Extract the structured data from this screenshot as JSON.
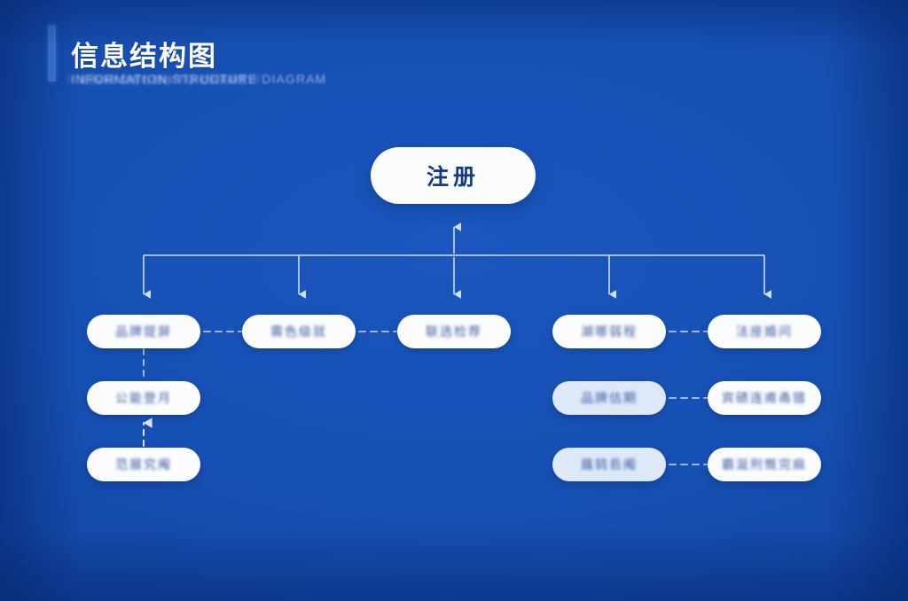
{
  "page": {
    "background_color": "#1750b4",
    "accent_color": "#3f7ede",
    "node_fill": "#fbfcfe",
    "node_fill_tinted": "#dde8f8",
    "node_text_color": "#2a4f98",
    "wire_color": "#c3d6f2"
  },
  "header": {
    "title": "信息结构图",
    "subtitle_blurred_layers": [
      "INFORMATION STRUCTURE DIAGRAM",
      "XINXI JIEGOU TU CHART",
      "HIERARCHY MAP OVERVIEW"
    ]
  },
  "diagram": {
    "type": "tree",
    "root": {
      "id": "root",
      "label": "注册",
      "legible": true,
      "fill": "#fbfcfe"
    },
    "row1": [
      {
        "id": "n1-1",
        "label": "品牌提屏",
        "legible": false,
        "fill": "#fbfcfe"
      },
      {
        "id": "n1-2",
        "label": "需色级就",
        "legible": false,
        "fill": "#fbfcfe"
      },
      {
        "id": "n1-3",
        "label": "联选检荐",
        "legible": false,
        "fill": "#fbfcfe"
      },
      {
        "id": "n1-4",
        "label": "湖哪弱程",
        "legible": false,
        "fill": "#fbfcfe"
      },
      {
        "id": "n1-5",
        "label": "法座婚问",
        "legible": false,
        "fill": "#fbfcfe"
      }
    ],
    "row2": [
      {
        "id": "n2-1",
        "label": "公能登月",
        "legible": false,
        "fill": "#fbfcfe",
        "column": 1
      },
      {
        "id": "n2-4",
        "label": "品牌估期",
        "legible": false,
        "fill": "#dde8f8",
        "column": 4
      },
      {
        "id": "n2-5",
        "label": "宾碛连甫甬猎",
        "legible": false,
        "fill": "#fbfcfe",
        "column": 5
      }
    ],
    "row3": [
      {
        "id": "n3-1",
        "label": "范展究阄",
        "legible": false,
        "fill": "#fbfcfe",
        "column": 1
      },
      {
        "id": "n3-4",
        "label": "蕗鸫镸阄",
        "legible": false,
        "fill": "#dde8f8",
        "column": 4
      },
      {
        "id": "n3-5",
        "label": "霸涎刑慨完痲",
        "legible": false,
        "fill": "#fbfcfe",
        "column": 5
      }
    ],
    "connectors": {
      "bus_description": "horizontal-bus-with-five-down-arrows",
      "root_link": "double-arrow-vertical",
      "sibling_links": "dashed-horizontal",
      "column_links": "dashed-vertical"
    }
  }
}
